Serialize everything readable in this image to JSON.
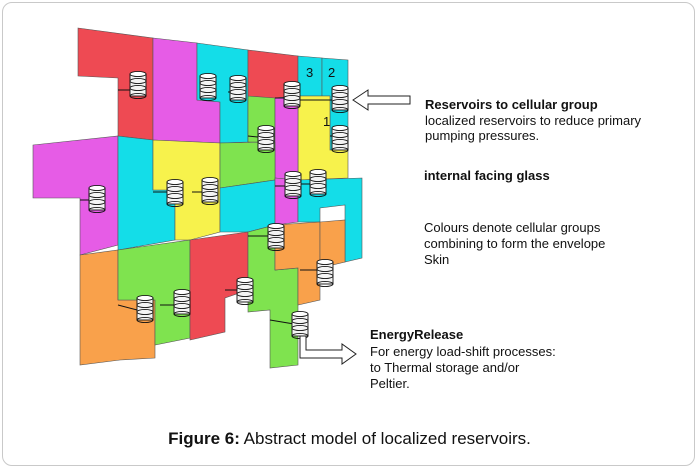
{
  "panel_numbers": {
    "n1": "1",
    "n2": "2",
    "n3": "3"
  },
  "annotations": {
    "reservoirs_title": "Reservoirs to cellular group",
    "reservoirs_text": [
      "localized reservoirs to reduce primary",
      "pumping pressures."
    ],
    "glass_title": "internal facing glass",
    "colours_text": [
      "Colours denote cellular groups",
      "combining to form the envelope",
      "Skin"
    ],
    "energy_title": "EnergyRelease",
    "energy_text": [
      "For energy load-shift processes:",
      "to Thermal storage and/or",
      "Peltier."
    ]
  },
  "caption": {
    "label": "Figure 6:",
    "text": " Abstract model of localized reservoirs."
  },
  "colors": {
    "red": "#ee4a53",
    "magenta": "#e65ce6",
    "cyan": "#14dde8",
    "yellow": "#f7f24c",
    "green": "#7fe34f",
    "orange": "#f9a14b"
  }
}
